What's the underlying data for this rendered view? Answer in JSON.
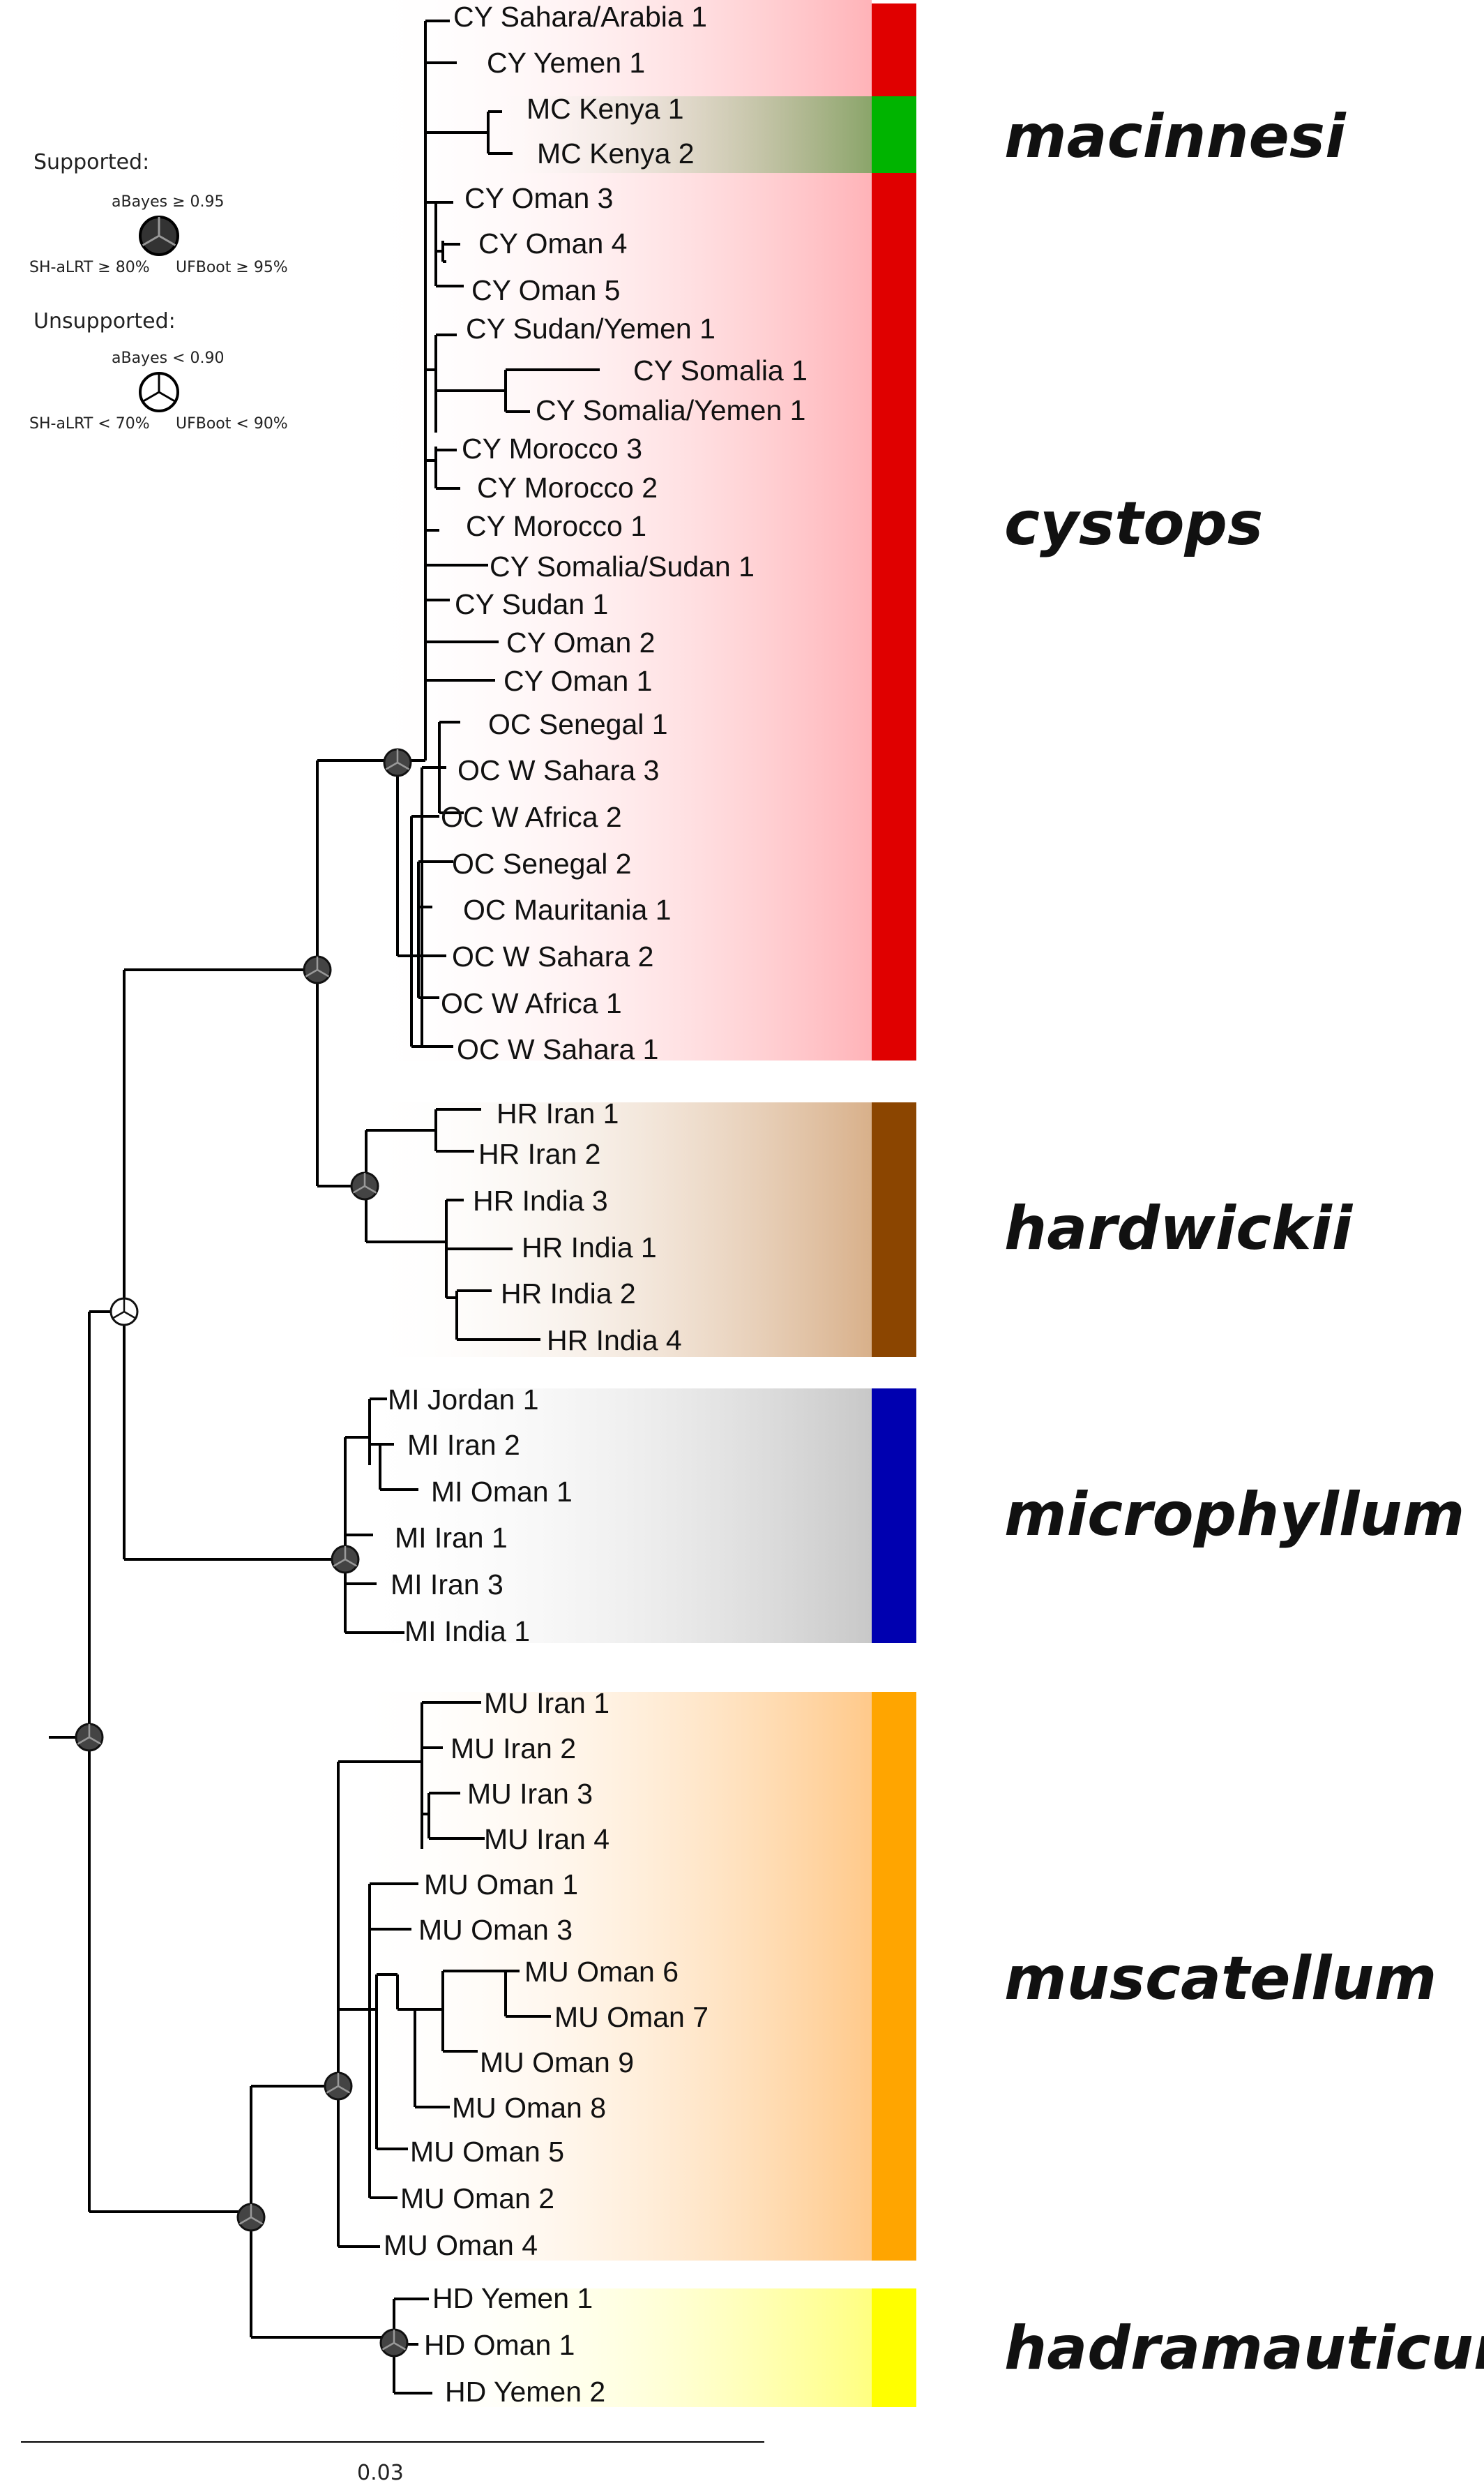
{
  "legend": {
    "supported_title": "Supported:",
    "supported_top": "aBayes ≥ 0.95",
    "supported_left": "SH-aLRT ≥ 80%",
    "supported_right": "UFBoot ≥ 95%",
    "unsupported_title": "Unsupported:",
    "unsupported_top": "aBayes < 0.90",
    "unsupported_left": "SH-aLRT < 70%",
    "unsupported_right": "UFBoot < 90%"
  },
  "scale_label": "0.03",
  "clades": [
    {
      "name": "macinnesi",
      "color": "#00b400",
      "bg": "#8aa56a"
    },
    {
      "name": "cystops",
      "color": "#e00000",
      "bg": "#ffb3b8"
    },
    {
      "name": "hardwickii",
      "color": "#8b4500",
      "bg": "#d8b08a"
    },
    {
      "name": "microphyllum",
      "color": "#0000b0",
      "bg": "#c8c8c8"
    },
    {
      "name": "muscatellum",
      "color": "#ffa500",
      "bg": "#ffc98a"
    },
    {
      "name": "hadramauticum",
      "color": "#ffff00",
      "bg": "#ffff80"
    }
  ],
  "tips": [
    "CY Sahara/Arabia 1",
    "CY Yemen 1",
    "MC Kenya 1",
    "MC Kenya 2",
    "CY Oman 3",
    "CY Oman 4",
    "CY Oman 5",
    "CY Sudan/Yemen 1",
    "CY Somalia 1",
    "CY Somalia/Yemen 1",
    "CY Morocco 3",
    "CY Morocco 2",
    "CY Morocco 1",
    "CY Somalia/Sudan 1",
    "CY Sudan 1",
    "CY Oman 2",
    "CY Oman 1",
    "OC Senegal 1",
    "OC W Sahara 3",
    "OC W Africa 2",
    "OC Senegal 2",
    "OC Mauritania 1",
    "OC W Sahara 2",
    "OC W Africa 1",
    "OC W Sahara 1",
    "HR Iran 1",
    "HR Iran 2",
    "HR India 3",
    "HR India 1",
    "HR India 2",
    "HR India 4",
    "MI Jordan 1",
    "MI Iran 2",
    "MI Oman 1",
    "MI Iran 1",
    "MI Iran 3",
    "MI India 1",
    "MU Iran 1",
    "MU Iran 2",
    "MU Iran 3",
    "MU Iran 4",
    "MU Oman 1",
    "MU Oman 3",
    "MU Oman 6",
    "MU Oman 7",
    "MU Oman 9",
    "MU Oman 8",
    "MU Oman 5",
    "MU Oman 2",
    "MU Oman 4",
    "HD Yemen 1",
    "HD Oman 1",
    "HD Yemen 2"
  ]
}
